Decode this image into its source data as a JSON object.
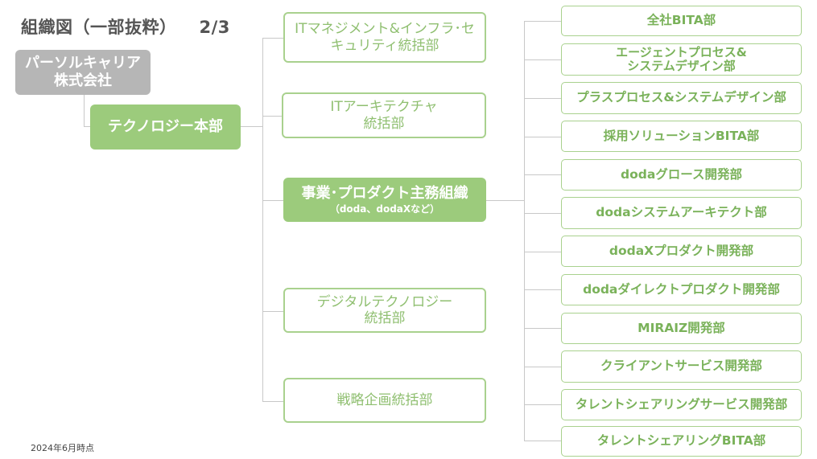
{
  "title": {
    "text": "組織図（一部抜粋）",
    "page": "2/3"
  },
  "root": {
    "line1": "パーソルキャリア",
    "line2": "株式会社"
  },
  "hq": {
    "label": "テクノロジー本部"
  },
  "divisions": [
    {
      "line1": "ITマネジメント&インフラ･セ",
      "line2": "キュリティ統括部"
    },
    {
      "line1": "ITアーキテクチャ",
      "line2": "統括部"
    },
    {
      "line1": "事業･プロダクト主務組織",
      "line2": "（doda、dodaXなど）"
    },
    {
      "line1": "デジタルテクノロジー",
      "line2": "統括部"
    },
    {
      "line1": "戦略企画統括部",
      "line2": ""
    }
  ],
  "departments": [
    {
      "line1": "全社BITA部",
      "line2": ""
    },
    {
      "line1": "エージェントプロセス&",
      "line2": "システムデザイン部"
    },
    {
      "line1": "プラスプロセス&システムデザイン部",
      "line2": ""
    },
    {
      "line1": "採用ソリューションBITA部",
      "line2": ""
    },
    {
      "line1": "dodaグロース開発部",
      "line2": ""
    },
    {
      "line1": "dodaシステムアーキテクト部",
      "line2": ""
    },
    {
      "line1": "dodaXプロダクト開発部",
      "line2": ""
    },
    {
      "line1": "dodaダイレクトプロダクト開発部",
      "line2": ""
    },
    {
      "line1": "MIRAIZ開発部",
      "line2": ""
    },
    {
      "line1": "クライアントサービス開発部",
      "line2": ""
    },
    {
      "line1": "タレントシェアリングサービス開発部",
      "line2": ""
    },
    {
      "line1": "タレントシェアリングBITA部",
      "line2": ""
    }
  ],
  "footer": {
    "date": "2024年6月時点"
  },
  "colors": {
    "green": "#9ccb7c",
    "outline": "#a9d18e",
    "gray": "#b6b6b6",
    "connector": "#c8c8c8"
  }
}
